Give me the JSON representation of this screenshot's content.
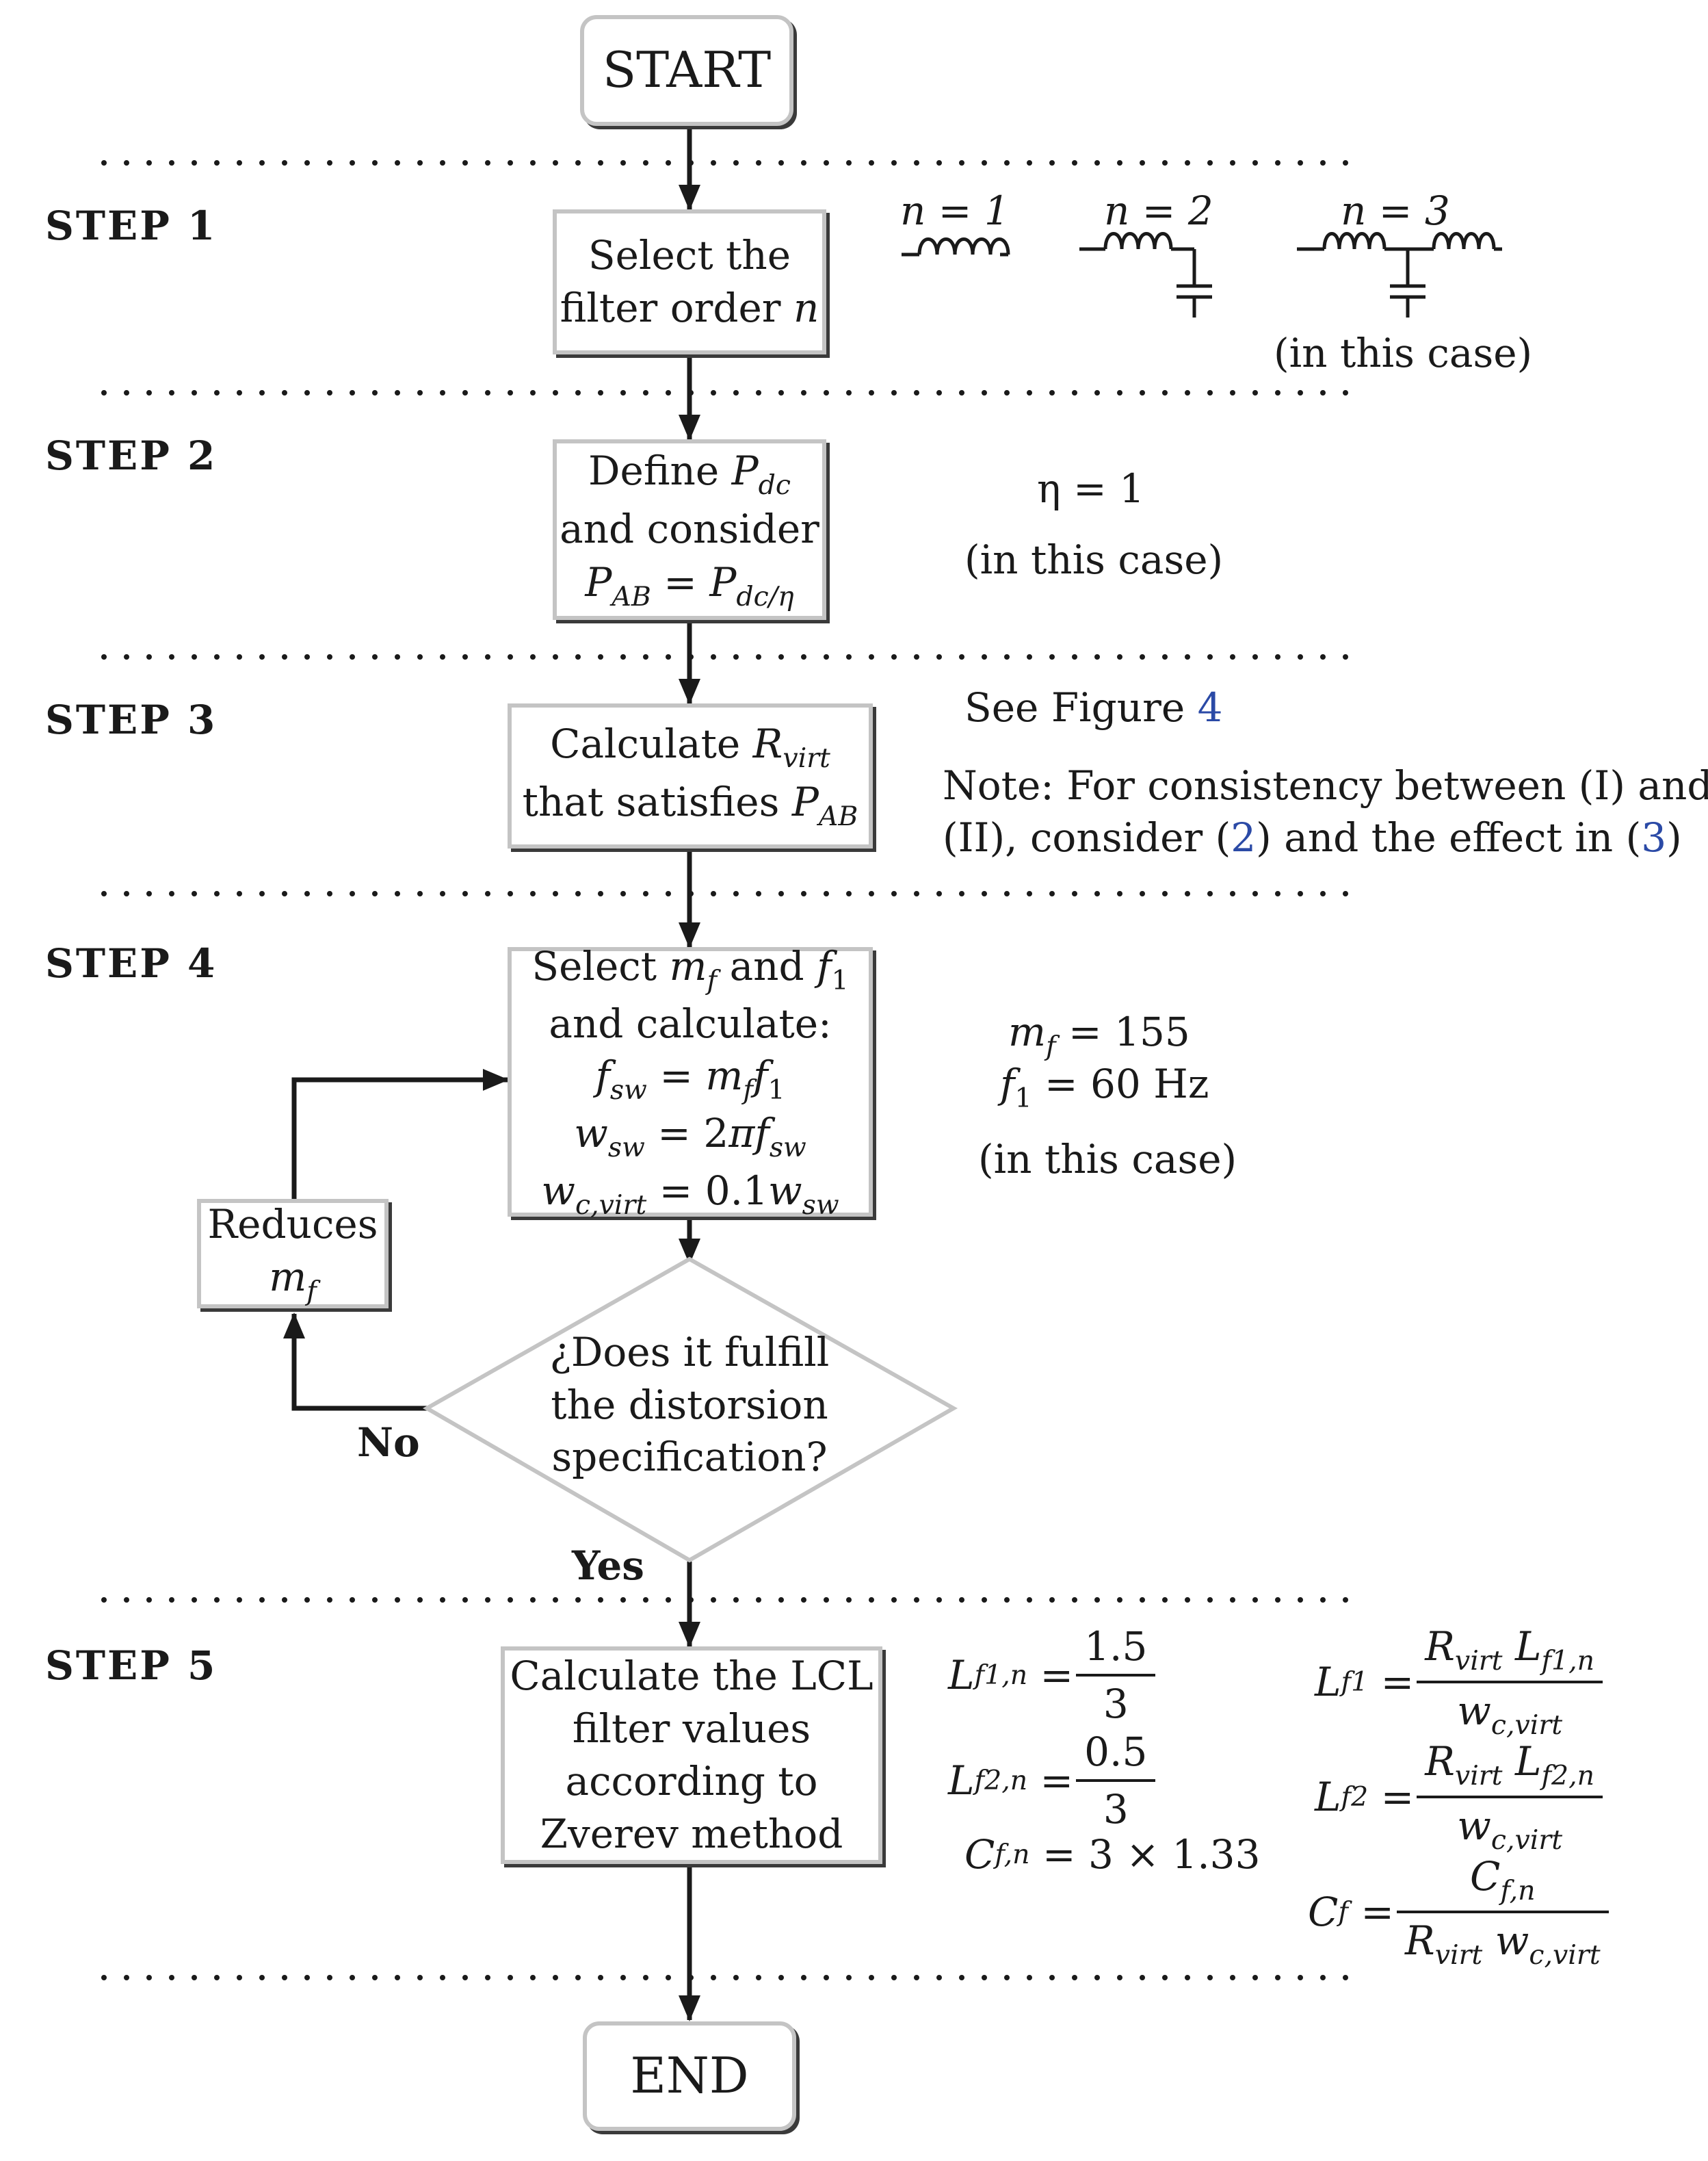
{
  "flow": {
    "start": "START",
    "end": "END",
    "steps": [
      "STEP 1",
      "STEP 2",
      "STEP 3",
      "STEP 4",
      "STEP 5"
    ],
    "step1_box": [
      "Select the",
      "filter order"
    ],
    "step1_box_var": "n",
    "step2_box": [
      "Define",
      "and consider"
    ],
    "step3_box": [
      "Calculate",
      "that satisfies"
    ],
    "step4_box": [
      "Select",
      "and",
      "and calculate:"
    ],
    "reduces": "Reduces",
    "decision": [
      "¿Does it fulfill",
      "the distorsion",
      "specification?"
    ],
    "no": "No",
    "yes": "Yes",
    "step5_box": [
      "Calculate the LCL",
      "filter values",
      "according to",
      "Zverev method"
    ]
  },
  "notes": {
    "n1": "n = 1",
    "n2": "n = 2",
    "n3": "n = 3",
    "in_this_case": "(in this case)",
    "eta": "η = 1",
    "see_figure": "See Figure",
    "figure_ref": "4",
    "note_line1": "Note: For consistency between (I) and",
    "note_line2a": "(II), consider (",
    "ref2": "2",
    "note_line2b": ") and the effect in (",
    "ref3": "3",
    "note_line2c": ")",
    "mf_value": "= 155",
    "f1_value": "= 60 Hz"
  },
  "equations": {
    "lf1n_num": "1.5",
    "lf1n_den": "3",
    "lf2n_num": "0.5",
    "lf2n_den": "3",
    "cfn_value": "= 3 × 1.33"
  }
}
